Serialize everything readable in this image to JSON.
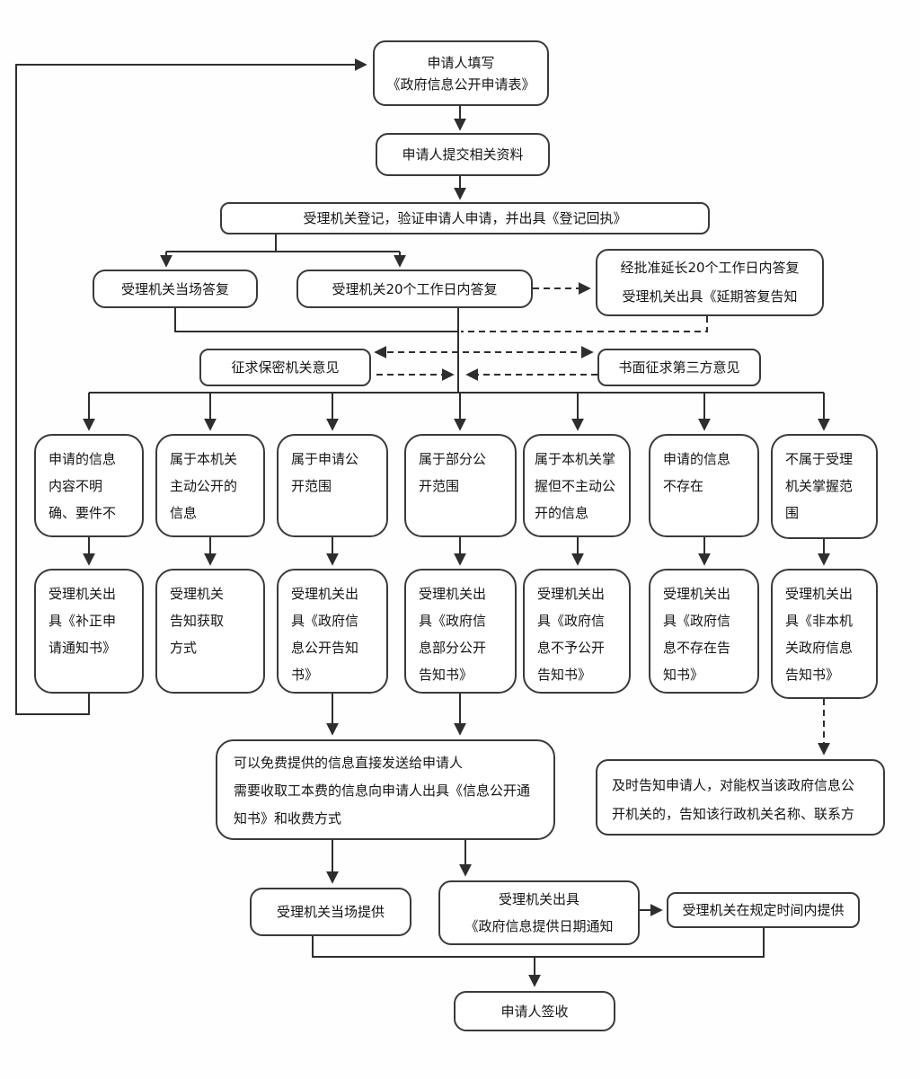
{
  "diagram": {
    "type": "flowchart",
    "language": "zh-CN",
    "colors": {
      "background": "#fefefe",
      "line": "#2e2e2e",
      "box_border": "#3a3a3a",
      "box_background": "#ffffff",
      "text": "#141414"
    },
    "nodes": {
      "fill_form": {
        "text": "申请人填写\n《政府信息公开申请表》"
      },
      "submit_materials": {
        "text": "申请人提交相关资料"
      },
      "register": {
        "text": "受理机关登记，验证申请人申请，并出具《登记回执》"
      },
      "reply_onsite": {
        "text": "受理机关当场答复"
      },
      "reply_20days": {
        "text": "受理机关20个工作日内答复"
      },
      "reply_extended": {
        "text": "经批准延长20个工作日内答复\n受理机关出具《延期答复告知"
      },
      "ask_secrecy_organ": {
        "text": "征求保密机关意见"
      },
      "ask_third_party": {
        "text": "书面征求第三方意见"
      },
      "case_unclear": {
        "text": "申请的信息\n内容不明\n确、要件不"
      },
      "case_proactive_public": {
        "text": "属于本机关\n主动公开的\n信息"
      },
      "case_open_scope": {
        "text": "属于申请公\n开范围"
      },
      "case_partial_open": {
        "text": "属于部分公\n开范围"
      },
      "case_held_not_public": {
        "text": "属于本机关掌\n握但不主动公\n开的信息"
      },
      "case_not_exist": {
        "text": "申请的信息\n不存在"
      },
      "case_not_held": {
        "text": "不属于受理\n机关掌握范\n围"
      },
      "out_supplement_notice": {
        "text": "受理机关出\n具《补正申\n请通知书》"
      },
      "out_how_to_obtain": {
        "text": "受理机关\n告知获取\n方式"
      },
      "out_disclosure_notice": {
        "text": "受理机关出\n具《政府信\n息公开告知\n书》"
      },
      "out_partial_notice": {
        "text": "受理机关出\n具《政府信\n息部分公开\n告知书》"
      },
      "out_refusal_notice": {
        "text": "受理机关出\n具《政府信\n息不予公开\n告知书》"
      },
      "out_not_exist_notice": {
        "text": "受理机关出\n具《政府信\n息不存在告\n知书》"
      },
      "out_other_organ_notice": {
        "text": "受理机关出\n具《非本机\n关政府信息\n告知书》"
      },
      "delivery_info": {
        "text": "可以免费提供的信息直接发送给申请人\n需要收取工本费的信息向申请人出具《信息公开通\n知书》和收费方式"
      },
      "notify_other_organ": {
        "text": "及时告知申请人，对能权当该政府信息公\n开机关的，告知该行政机关名称、联系方"
      },
      "provide_onsite": {
        "text": "受理机关当场提供"
      },
      "provide_date_notice": {
        "text": "受理机关出具\n《政府信息提供日期通知"
      },
      "provide_within_time": {
        "text": "受理机关在规定时间内提供"
      },
      "sign_receipt": {
        "text": "申请人签收"
      }
    }
  }
}
